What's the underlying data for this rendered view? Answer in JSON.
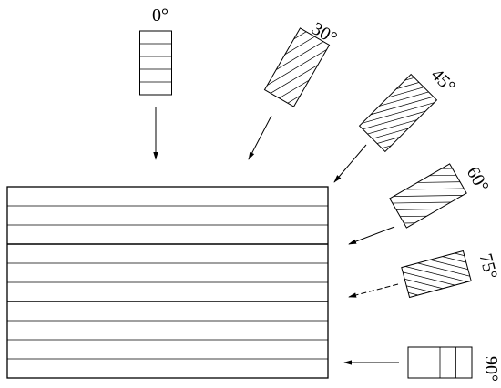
{
  "specimen": {
    "layers": 10,
    "thick_interfaces": [
      3,
      6
    ]
  },
  "orientations": [
    {
      "angle": 0,
      "label": "0°",
      "stripes": 5
    },
    {
      "angle": 30,
      "label": "30°",
      "stripes": 4
    },
    {
      "angle": 45,
      "label": "45°",
      "stripes": 6
    },
    {
      "angle": 60,
      "label": "60°",
      "stripes": 5
    },
    {
      "angle": 75,
      "label": "75°",
      "stripes": 5
    },
    {
      "angle": 90,
      "label": "90°",
      "stripes": 4
    }
  ],
  "colors": {
    "line": "#000000",
    "background": "#ffffff"
  }
}
